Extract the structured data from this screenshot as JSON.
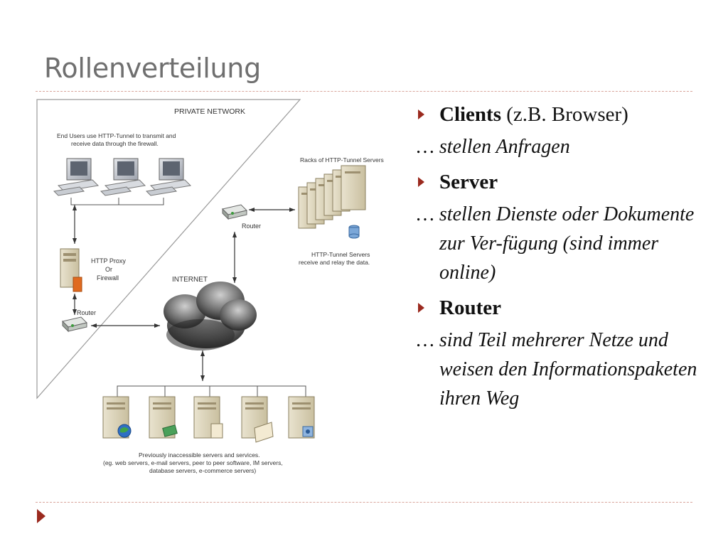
{
  "title": "Rollenverteilung",
  "diagram": {
    "private_network_label": "PRIVATE NETWORK",
    "end_users_text_1": "End Users use HTTP-Tunnel to transmit and",
    "end_users_text_2": "receive data through the firewall.",
    "proxy_label_1": "HTTP Proxy",
    "proxy_label_2": "Or",
    "proxy_label_3": "Firewall",
    "router_left_label": "Router",
    "router_right_label": "Router",
    "internet_label": "INTERNET",
    "racks_label": "Racks of HTTP-Tunnel Servers",
    "tunnel_servers_text_1": "HTTP-Tunnel Servers",
    "tunnel_servers_text_2": "receive and relay the data.",
    "services_text_1": "Previously inaccessible servers and services.",
    "services_text_2": "(eg. web servers, e-mail servers, peer to peer software, IM servers,",
    "services_text_3": "database servers, e-commerce servers)"
  },
  "bullets": [
    {
      "term": "Clients",
      "term_suffix": " (z.B. Browser)",
      "description": "… stellen Anfragen"
    },
    {
      "term": "Server",
      "term_suffix": "",
      "description": "… stellen Dienste oder Dokumente zur Ver-fügung (sind immer online)"
    },
    {
      "term": "Router",
      "term_suffix": "",
      "description": "… sind Teil mehrerer Netze und weisen den Informationspaketen ihren Weg"
    }
  ],
  "colors": {
    "accent": "#9b2a1f",
    "title": "#6f6f6f",
    "divider": "#d9a59b"
  }
}
